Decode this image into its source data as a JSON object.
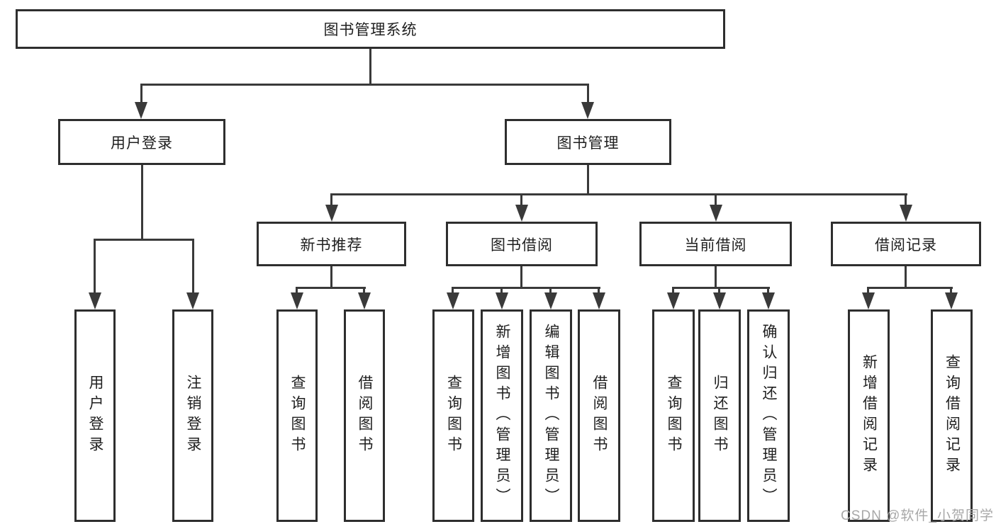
{
  "diagram": {
    "root": {
      "label": "图书管理系统"
    },
    "branches": [
      {
        "label": "用户登录",
        "children": [
          {
            "label": "用户登录"
          },
          {
            "label": "注销登录"
          }
        ]
      },
      {
        "label": "图书管理",
        "sections": [
          {
            "label": "新书推荐",
            "children": [
              {
                "label": "查询图书"
              },
              {
                "label": "借阅图书"
              }
            ]
          },
          {
            "label": "图书借阅",
            "children": [
              {
                "label": "查询图书"
              },
              {
                "label": "新增图书（管理员）"
              },
              {
                "label": "编辑图书（管理员）"
              },
              {
                "label": "借阅图书"
              }
            ]
          },
          {
            "label": "当前借阅",
            "children": [
              {
                "label": "查询图书"
              },
              {
                "label": "归还图书"
              },
              {
                "label": "确认归还（管理员）"
              }
            ]
          },
          {
            "label": "借阅记录",
            "children": [
              {
                "label": "新增借阅记录"
              },
              {
                "label": "查询借阅记录"
              }
            ]
          }
        ]
      }
    ],
    "watermark": "CSDN @软件_小贺同学"
  },
  "colors": {
    "background": "#ffffff",
    "box_border": "#2e2e2e",
    "connector_line": "#3a3a3a",
    "text": "#1f1f1f",
    "watermark": "#a8a8a8"
  }
}
